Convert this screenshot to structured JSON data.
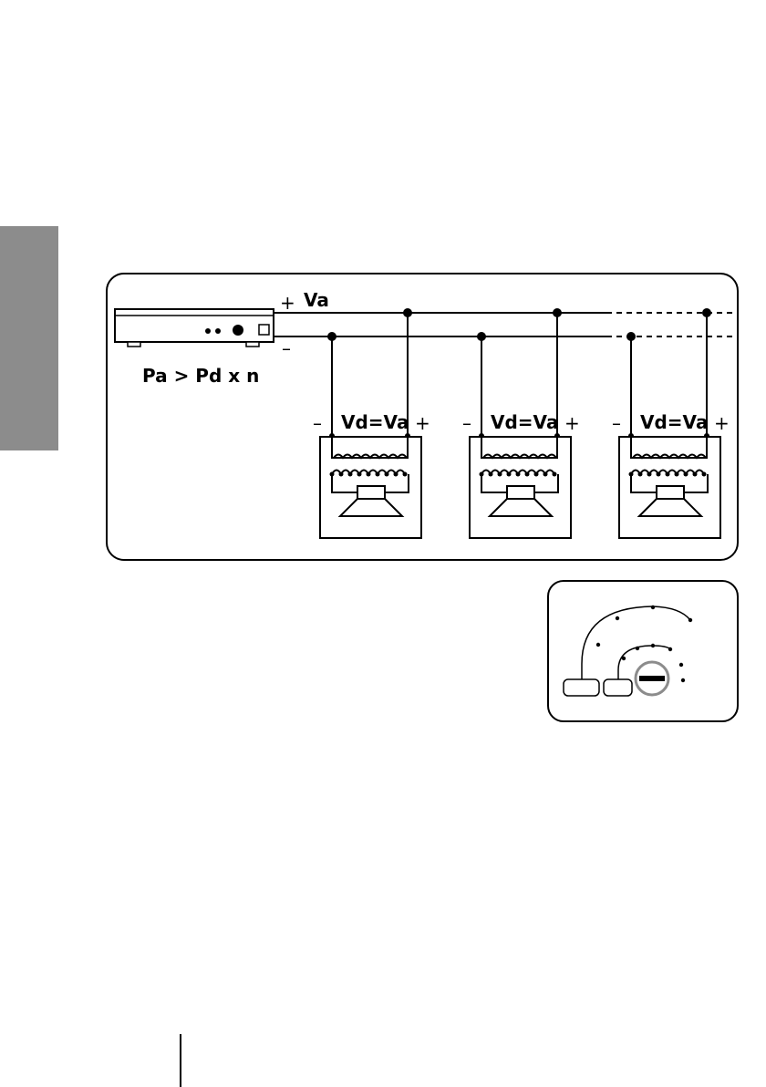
{
  "diagram": {
    "line_top_label": "Va",
    "plus_symbol": "+",
    "minus_symbol": "–",
    "amp_formula": "Pa > Pd  x  n",
    "speaker_label": "Vd=Va",
    "speakers": [
      {
        "minus": "–",
        "label": "Vd=Va",
        "plus": "+"
      },
      {
        "minus": "–",
        "label": "Vd=Va",
        "plus": "+"
      },
      {
        "minus": "–",
        "label": "Vd=Va",
        "plus": "+"
      }
    ]
  }
}
